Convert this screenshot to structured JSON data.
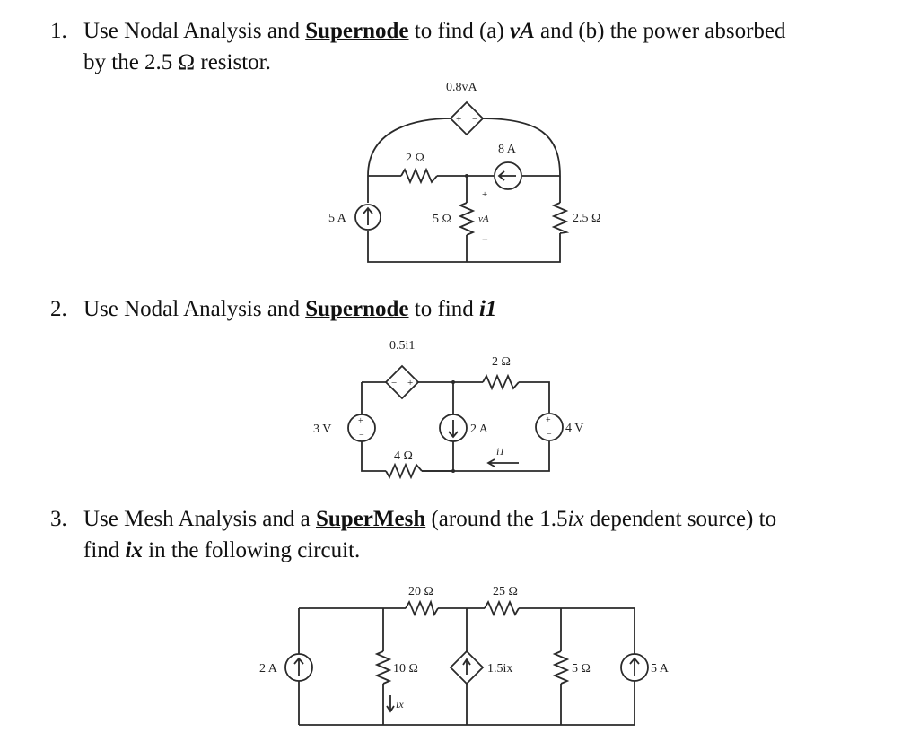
{
  "problems": [
    {
      "number": "1.",
      "line1_a": "Use Nodal Analysis and",
      "line1_b": "Supernode",
      "line1_c": "to find (a)",
      "line1_var": "vA",
      "line1_d": "and (b) the power absorbed",
      "line2": "by the 2.5 Ω resistor."
    },
    {
      "number": "2.",
      "line1_a": "Use Nodal Analysis and",
      "line1_b": "Supernode",
      "line1_c": "to find",
      "line1_var": "i1"
    },
    {
      "number": "3.",
      "line1_a": "Use Mesh Analysis and a",
      "line1_b": "SuperMesh",
      "line1_c": "(around the 1.5",
      "line1_var": "ix",
      "line1_d": "dependent source) to",
      "line2_a": "find",
      "line2_var": "ix",
      "line2_b": "in the following circuit."
    }
  ],
  "circuit1": {
    "dep_source": "0.8vA",
    "r_top": "2 Ω",
    "i_source_right": "8 A",
    "i_source_left": "5 A",
    "r_mid": "5 Ω",
    "v_label": "vA",
    "r_right": "2.5 Ω",
    "plus": "+",
    "minus": "−"
  },
  "circuit2": {
    "dep_source": "0.5i1",
    "r_top": "2 Ω",
    "v_source_left": "3 V",
    "i_source_mid": "2 A",
    "current": "i1",
    "v_source_right": "4 V",
    "r_bottom": "4 Ω",
    "plus": "+",
    "minus": "−"
  },
  "circuit3": {
    "r_top_left": "20 Ω",
    "r_top_right": "25 Ω",
    "i_source_left": "2 A",
    "r_10": "10 Ω",
    "current": "ix",
    "dep_source": "1.5ix",
    "r_5": "5 Ω",
    "i_source_right": "5 A"
  }
}
